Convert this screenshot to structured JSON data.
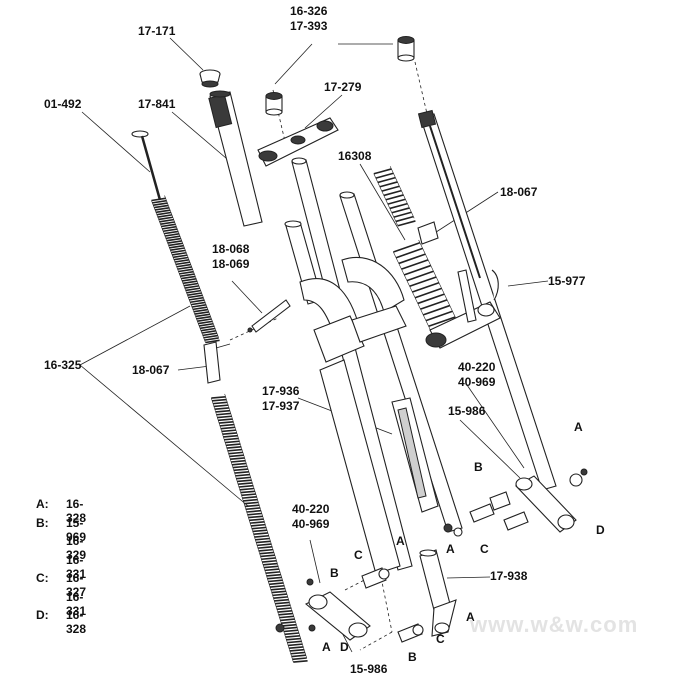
{
  "callouts": [
    {
      "id": "p-17-171",
      "text": "17-171"
    },
    {
      "id": "p-16-326",
      "text": "16-326\n17-393"
    },
    {
      "id": "p-01-492",
      "text": "01-492"
    },
    {
      "id": "p-17-841",
      "text": "17-841"
    },
    {
      "id": "p-17-279",
      "text": "17-279"
    },
    {
      "id": "p-16308",
      "text": "16308"
    },
    {
      "id": "p-18-067-top",
      "text": "18-067"
    },
    {
      "id": "p-18-068",
      "text": "18-068\n18-069"
    },
    {
      "id": "p-15-977",
      "text": "15-977"
    },
    {
      "id": "p-16-325",
      "text": "16-325"
    },
    {
      "id": "p-18-067-left",
      "text": "18-067"
    },
    {
      "id": "p-40-220-right",
      "text": "40-220\n40-969"
    },
    {
      "id": "p-17-936",
      "text": "17-936\n17-937"
    },
    {
      "id": "p-15-986-right",
      "text": "15-986"
    },
    {
      "id": "p-40-220-left",
      "text": "40-220\n40-969"
    },
    {
      "id": "p-17-938",
      "text": "17-938"
    },
    {
      "id": "p-15-986-bottom",
      "text": "15-986"
    }
  ],
  "letters": [
    "A",
    "B",
    "C",
    "D"
  ],
  "legend": [
    {
      "key": "A:",
      "value": "16-328"
    },
    {
      "key": "B:",
      "value": "15-969"
    },
    {
      "key": "",
      "value": "16-329"
    },
    {
      "key": "",
      "value": "16-331"
    },
    {
      "key": "C:",
      "value": "16-327"
    },
    {
      "key": "",
      "value": "16-331"
    },
    {
      "key": "D:",
      "value": "16-328"
    }
  ],
  "watermark": "www.w&w.com"
}
